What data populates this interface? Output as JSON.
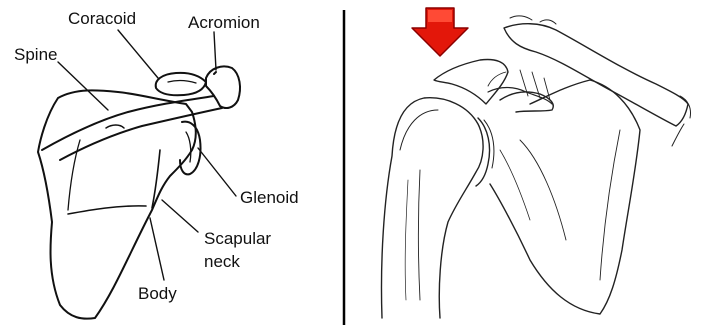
{
  "left_panel": {
    "labels": {
      "coracoid": "Coracoid",
      "acromion": "Acromion",
      "spine": "Spine",
      "glenoid": "Glenoid",
      "scapular_neck_line1": "Scapular",
      "scapular_neck_line2": "neck",
      "body": "Body"
    }
  },
  "right_panel": {
    "arrow_color": "#e3170a"
  },
  "colors": {
    "line": "#111111",
    "divider": "#000000"
  }
}
